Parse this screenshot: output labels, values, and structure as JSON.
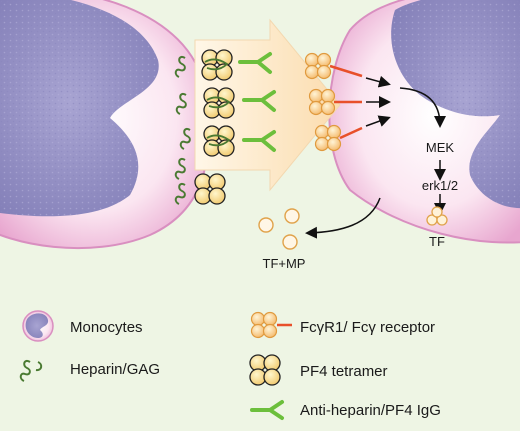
{
  "diagram": {
    "pathway": {
      "mek": "MEK",
      "erk": "erk1/2",
      "tf": "TF"
    },
    "released": "TF+MP"
  },
  "legend": {
    "monocytes": "Monocytes",
    "heparin": "Heparin/GAG",
    "receptor": "FcγR1/ Fcγ receptor",
    "pf4": "PF4 tetramer",
    "igg": "Anti-heparin/PF4 IgG"
  },
  "colors": {
    "background": "#eef5e4",
    "cell_body": "#f8d9ea",
    "cell_edge": "#d98fc0",
    "nucleus": "#9b97c7",
    "pf4_fill": "#f7d08a",
    "receptor_fill": "#fac893",
    "receptor_line": "#e8502a",
    "igg_green": "#6cbf3c",
    "heparin_green": "#4a7a32",
    "arrow_light": "#fdf0d8"
  }
}
